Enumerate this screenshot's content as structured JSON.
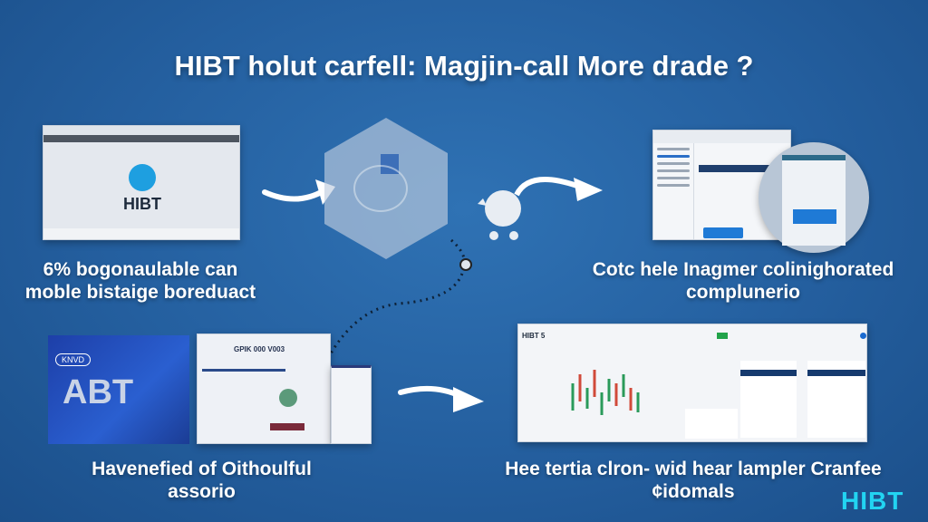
{
  "title": "HIBT holut carfell: Magjin-call More drade ?",
  "panels": [
    {
      "window_logo": "HIBT",
      "caption": [
        "6% bogonaulable can",
        "moble bistaige boreduact"
      ]
    },
    {
      "caption": [
        "Cotc hele Inagmer colinighorated",
        "complunerio"
      ]
    },
    {
      "image_text": "ABT",
      "badge": "KNVD",
      "doc_heading": "GPIK 000 V003",
      "caption": [
        "Havenefied of Oithoulful",
        "assorio"
      ]
    },
    {
      "window_logo": "HIBT 5",
      "caption": [
        "Hee tertia clron- wid hear lampler Cranfee",
        "¢idomals"
      ]
    }
  ],
  "brand": "HIBT",
  "colors": {
    "accent": "#22d4f2",
    "background": "#245f9f"
  }
}
